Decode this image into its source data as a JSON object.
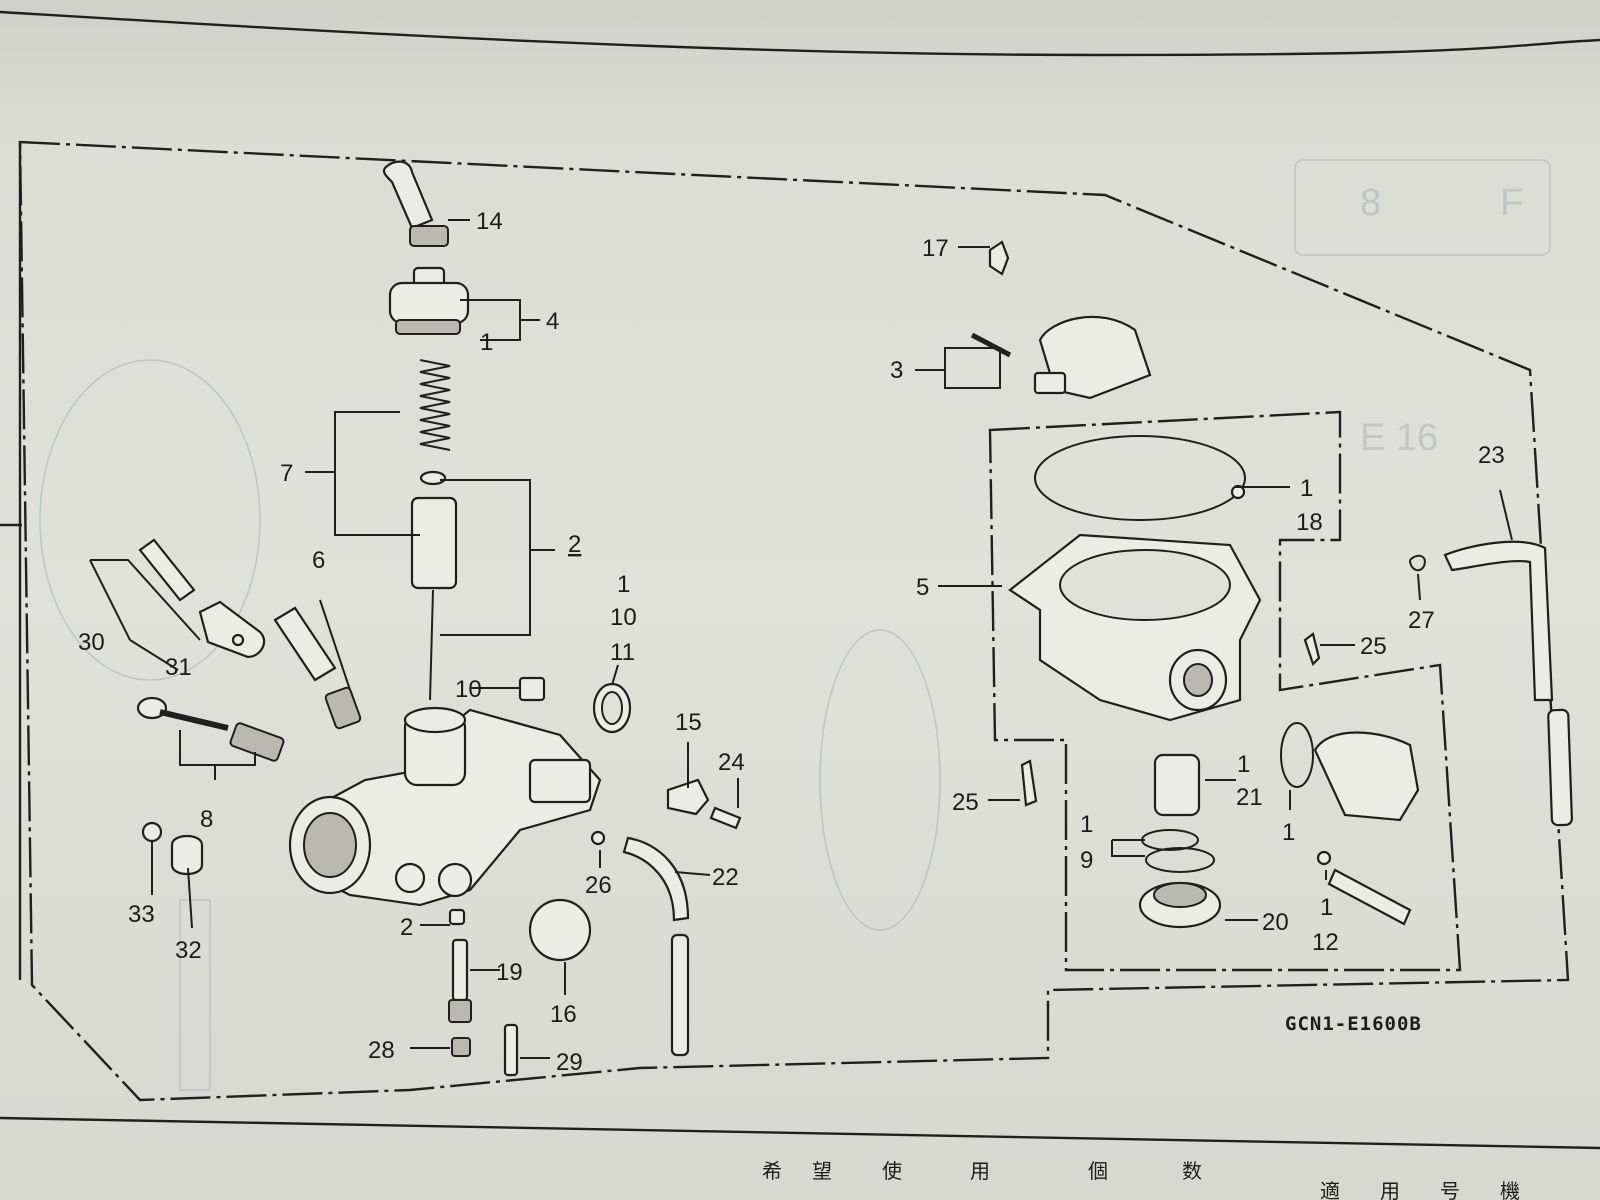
{
  "diagram": {
    "callouts": {
      "c14": "14",
      "c4": "4",
      "c1_a": "1",
      "c7": "7",
      "c2_main": "2",
      "c6": "6",
      "c30": "30",
      "c31": "31",
      "c8": "8",
      "c1_b": "1",
      "c10_a": "10",
      "c11": "11",
      "c10_b": "10",
      "c15": "15",
      "c24": "24",
      "c26": "26",
      "c22": "22",
      "c33": "33",
      "c32": "32",
      "c2_b": "2",
      "c19": "19",
      "c16": "16",
      "c28": "28",
      "c29": "29",
      "c17": "17",
      "c3": "3",
      "c1_c": "1",
      "c18": "18",
      "c5": "5",
      "c23": "23",
      "c27": "27",
      "c25_a": "25",
      "c25_b": "25",
      "c1_d": "1",
      "c21": "21",
      "c1_e": "1",
      "c9": "9",
      "c1_f": "1",
      "c1_g": "1",
      "c12": "12",
      "c20": "20"
    },
    "figure_code": "GCN1-E1600B"
  },
  "table_header": {
    "row1": [
      "希",
      "望",
      "使",
      "用",
      "個",
      "数"
    ],
    "row2": [
      "適",
      "用",
      "号",
      "機"
    ]
  },
  "colors": {
    "ink": "#1f1f1f",
    "paper": "#e0e1da",
    "ghost": "#a9b4bf"
  }
}
